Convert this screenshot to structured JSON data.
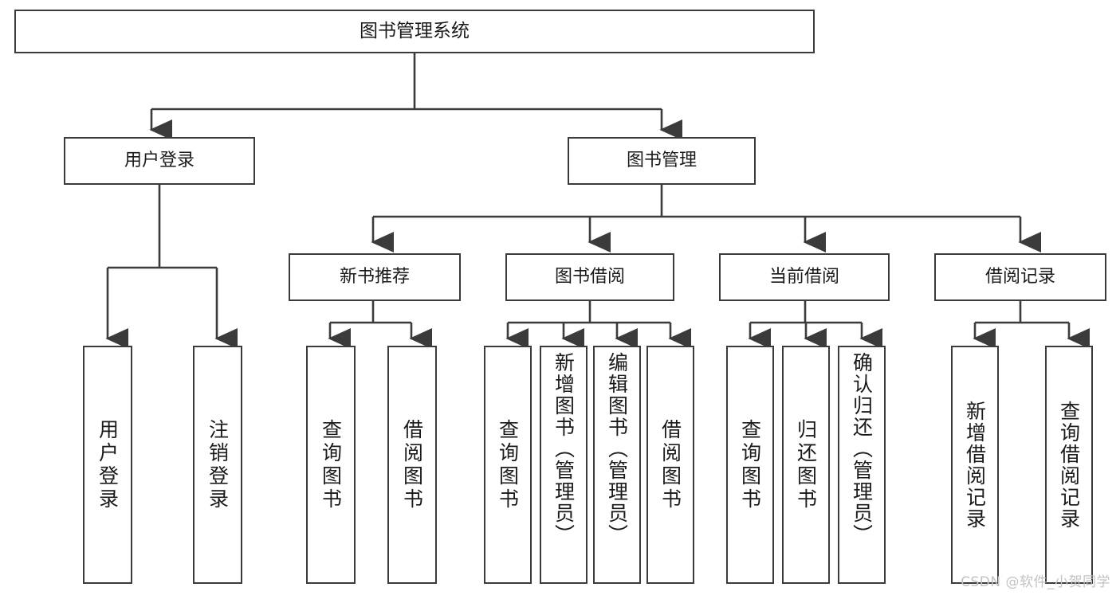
{
  "diagram": {
    "type": "tree-hierarchy-chart",
    "title": "图书管理系统",
    "stroke_color": "#3b3b3b",
    "fill_color": "#ffffff",
    "text_color": "#1a1a1a",
    "root": {
      "label": "图书管理系统"
    },
    "level2": [
      {
        "label": "用户登录"
      },
      {
        "label": "图书管理"
      }
    ],
    "level3": [
      {
        "label": "新书推荐"
      },
      {
        "label": "图书借阅"
      },
      {
        "label": "当前借阅"
      },
      {
        "label": "借阅记录"
      }
    ],
    "leaves": {
      "user_login": [
        {
          "label": "用户登录"
        },
        {
          "label": "注销登录"
        }
      ],
      "new_book_recommend": [
        {
          "label": "查询图书"
        },
        {
          "label": "借阅图书"
        }
      ],
      "book_borrow": [
        {
          "label": "查询图书"
        },
        {
          "label": "新增图书（管理员）"
        },
        {
          "label": "编辑图书（管理员）"
        },
        {
          "label": "借阅图书"
        }
      ],
      "current_borrow": [
        {
          "label": "查询图书"
        },
        {
          "label": "归还图书"
        },
        {
          "label": "确认归还（管理员）"
        }
      ],
      "borrow_record": [
        {
          "label": "新增借阅记录"
        },
        {
          "label": "查询借阅记录"
        }
      ]
    }
  },
  "watermark": {
    "text": "CSDN @软件_小贺同学"
  }
}
